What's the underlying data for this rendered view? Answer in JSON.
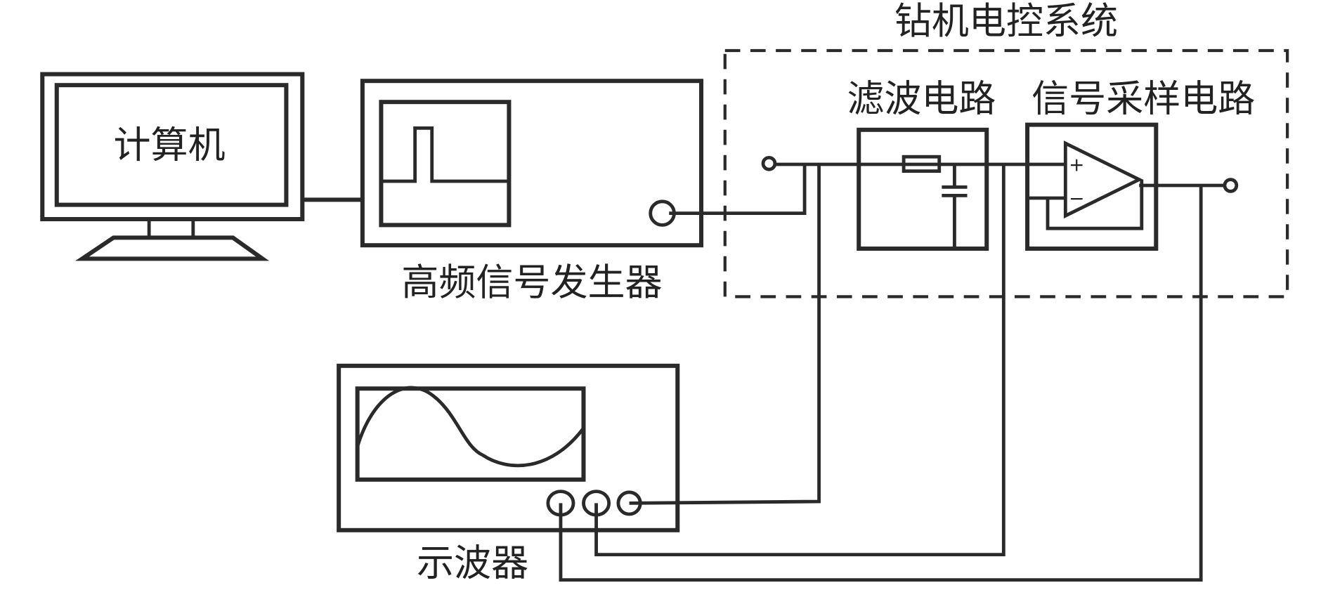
{
  "diagram": {
    "title": "钻机电控系统",
    "components": {
      "computer": {
        "label": "计算机",
        "icon": "monitor-icon"
      },
      "generator": {
        "label": "高频信号发生器",
        "icon": "pulse-waveform-icon"
      },
      "filter": {
        "label": "滤波电路",
        "icon": "rc-filter-icon"
      },
      "sampler": {
        "label": "信号采样电路",
        "icon": "op-amp-icon",
        "plus": "+",
        "minus": "−"
      },
      "oscilloscope": {
        "label": "示波器",
        "icon": "sine-waveform-icon"
      }
    },
    "connections": [
      {
        "from": "computer",
        "to": "generator"
      },
      {
        "from": "generator",
        "to": "filter"
      },
      {
        "from": "filter",
        "to": "sampler"
      },
      {
        "from": "oscilloscope-ch3",
        "to": "filter-input"
      },
      {
        "from": "oscilloscope-ch2",
        "to": "filter-output"
      },
      {
        "from": "oscilloscope-ch1",
        "to": "sampler-output"
      }
    ]
  }
}
